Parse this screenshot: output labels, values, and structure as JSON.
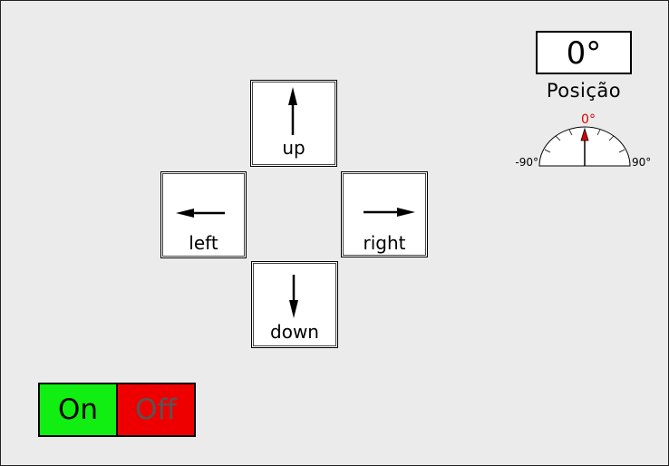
{
  "controls": {
    "up_label": "up",
    "left_label": "left",
    "right_label": "right",
    "down_label": "down"
  },
  "position": {
    "value": "0°",
    "label": "Posição"
  },
  "gauge": {
    "current_value_deg": 0,
    "current_label": "0°",
    "min_label": "-90°",
    "max_label": "90°",
    "range": [
      -90,
      90
    ],
    "indicator_color": "#dd0000"
  },
  "toggle": {
    "on_label": "On",
    "off_label": "Off",
    "state": "on",
    "on_color": "#11ee11",
    "off_color": "#ee0000"
  }
}
